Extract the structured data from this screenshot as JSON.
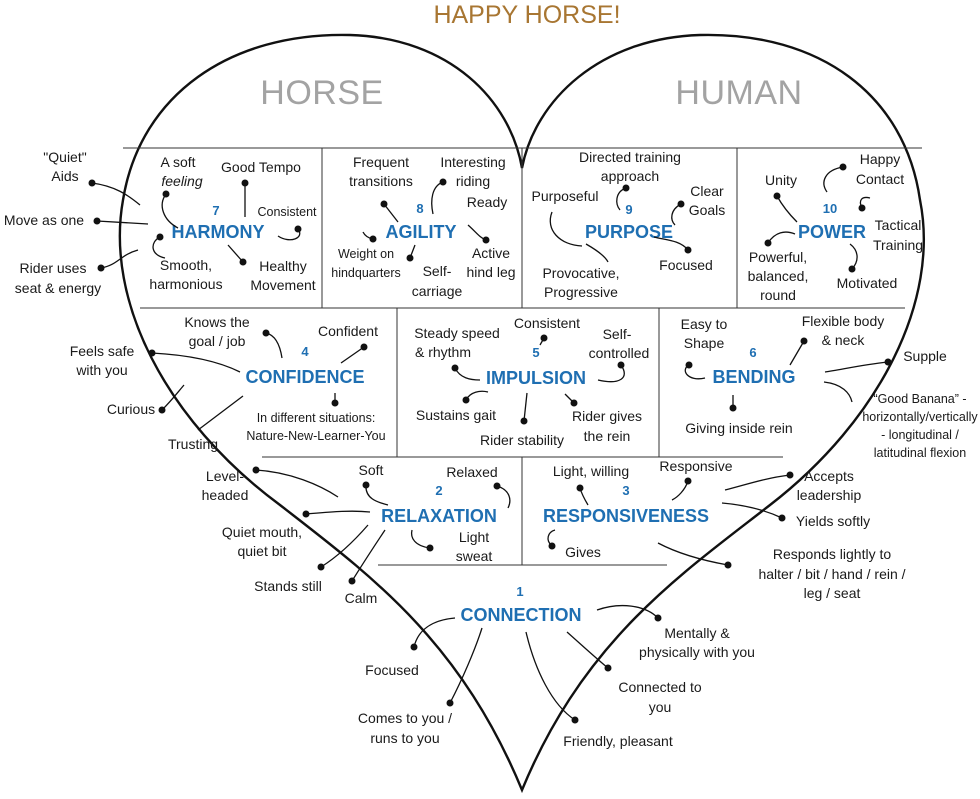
{
  "title": "HAPPY HORSE!",
  "sides": {
    "left": "HORSE",
    "right": "HUMAN"
  },
  "colors": {
    "title": "#a87632",
    "sections": "#1f6fb2",
    "sides": "#a3a3a3",
    "lines": "#111111"
  },
  "sections": [
    {
      "id": "harmony",
      "number": "7",
      "name": "HARMONY",
      "labels": [
        [
          "\"Quiet\"",
          "Aids"
        ],
        [
          "A soft"
        ],
        [
          "feeling"
        ],
        [
          "Good Tempo"
        ],
        [
          "Move as one"
        ],
        [
          "Consistent"
        ],
        [
          "Rider uses",
          "seat & energy"
        ],
        [
          "Smooth,",
          "harmonious"
        ],
        [
          "Healthy",
          "Movement"
        ]
      ]
    },
    {
      "id": "agility",
      "number": "8",
      "name": "AGILITY",
      "labels": [
        [
          "Frequent",
          "transitions"
        ],
        [
          "Interesting",
          "riding"
        ],
        [
          "Ready"
        ],
        [
          "Weight on",
          "hindquarters"
        ],
        [
          "Self-",
          "carriage"
        ],
        [
          "Active",
          "hind leg"
        ]
      ]
    },
    {
      "id": "purpose",
      "number": "9",
      "name": "PURPOSE",
      "labels": [
        [
          "Directed training",
          "approach"
        ],
        [
          "Purposeful"
        ],
        [
          "Clear",
          "Goals"
        ],
        [
          "Provocative,",
          "Progressive"
        ],
        [
          "Focused"
        ]
      ]
    },
    {
      "id": "power",
      "number": "10",
      "name": "POWER",
      "labels": [
        [
          "Unity"
        ],
        [
          "Happy",
          "Contact"
        ],
        [
          "Tactical",
          "Training"
        ],
        [
          "Powerful,",
          "balanced,",
          "round"
        ],
        [
          "Motivated"
        ]
      ]
    },
    {
      "id": "confidence",
      "number": "4",
      "name": "CONFIDENCE",
      "labels": [
        [
          "Knows the",
          "goal / job"
        ],
        [
          "Confident"
        ],
        [
          "Feels safe",
          "with you"
        ],
        [
          "Curious"
        ],
        [
          "Trusting"
        ],
        [
          "In different situations:",
          "Nature-New-Learner-You"
        ]
      ]
    },
    {
      "id": "impulsion",
      "number": "5",
      "name": "IMPULSION",
      "labels": [
        [
          "Steady speed",
          "& rhythm"
        ],
        [
          "Consistent"
        ],
        [
          "Self-",
          "controlled"
        ],
        [
          "Sustains gait"
        ],
        [
          "Rider stability"
        ],
        [
          "Rider gives",
          "the rein"
        ]
      ]
    },
    {
      "id": "bending",
      "number": "6",
      "name": "BENDING",
      "labels": [
        [
          "Easy to",
          "Shape"
        ],
        [
          "Flexible body",
          "& neck"
        ],
        [
          "Supple"
        ],
        [
          "“Good Banana” -",
          "horizontally/vertically",
          "- longitudinal /",
          "latitudinal flexion"
        ],
        [
          "Giving inside rein"
        ]
      ]
    },
    {
      "id": "relaxation",
      "number": "2",
      "name": "RELAXATION",
      "labels": [
        [
          "Level-",
          "headed"
        ],
        [
          "Soft"
        ],
        [
          "Relaxed"
        ],
        [
          "Quiet mouth,",
          "quiet bit"
        ],
        [
          "Light",
          "sweat"
        ],
        [
          "Stands still"
        ],
        [
          "Calm"
        ]
      ]
    },
    {
      "id": "responsiveness",
      "number": "3",
      "name": "RESPONSIVENESS",
      "labels": [
        [
          "Light, willing"
        ],
        [
          "Responsive"
        ],
        [
          "Accepts",
          "leadership"
        ],
        [
          "Yields softly"
        ],
        [
          "Gives"
        ],
        [
          "Responds lightly to",
          "halter / bit / hand / rein /",
          "leg / seat"
        ]
      ]
    },
    {
      "id": "connection",
      "number": "1",
      "name": "CONNECTION",
      "labels": [
        [
          "Mentally &",
          "physically with you"
        ],
        [
          "Focused"
        ],
        [
          "Connected to",
          "you"
        ],
        [
          "Comes to you /",
          "runs to you"
        ],
        [
          "Friendly, pleasant"
        ]
      ]
    }
  ]
}
